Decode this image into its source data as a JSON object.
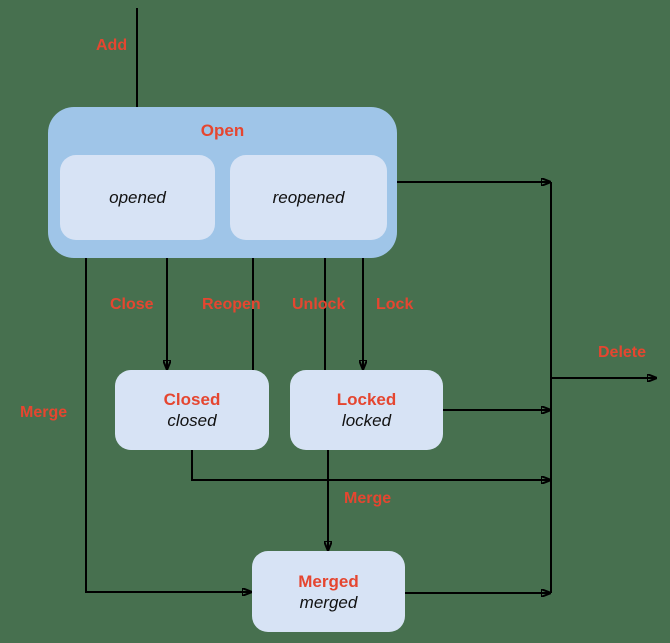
{
  "colors": {
    "background": "#47704F",
    "group_fill": "#9FC5E8",
    "state_fill": "#D7E3F5",
    "label_red": "#E54630",
    "line": "#000000",
    "text_dark": "#111111"
  },
  "nodes": {
    "open": {
      "label": "Open"
    },
    "opened": {
      "label": "opened"
    },
    "reopened": {
      "label": "reopened"
    },
    "closed": {
      "label": "Closed",
      "state": "closed"
    },
    "locked": {
      "label": "Locked",
      "state": "locked"
    },
    "merged": {
      "label": "Merged",
      "state": "merged"
    }
  },
  "transitions": {
    "add": {
      "label": "Add"
    },
    "close": {
      "label": "Close"
    },
    "reopen": {
      "label": "Reopen"
    },
    "unlock": {
      "label": "Unlock"
    },
    "lock": {
      "label": "Lock"
    },
    "merge_from_open": {
      "label": "Merge"
    },
    "merge_from_locked": {
      "label": "Merge"
    },
    "delete": {
      "label": "Delete"
    }
  }
}
